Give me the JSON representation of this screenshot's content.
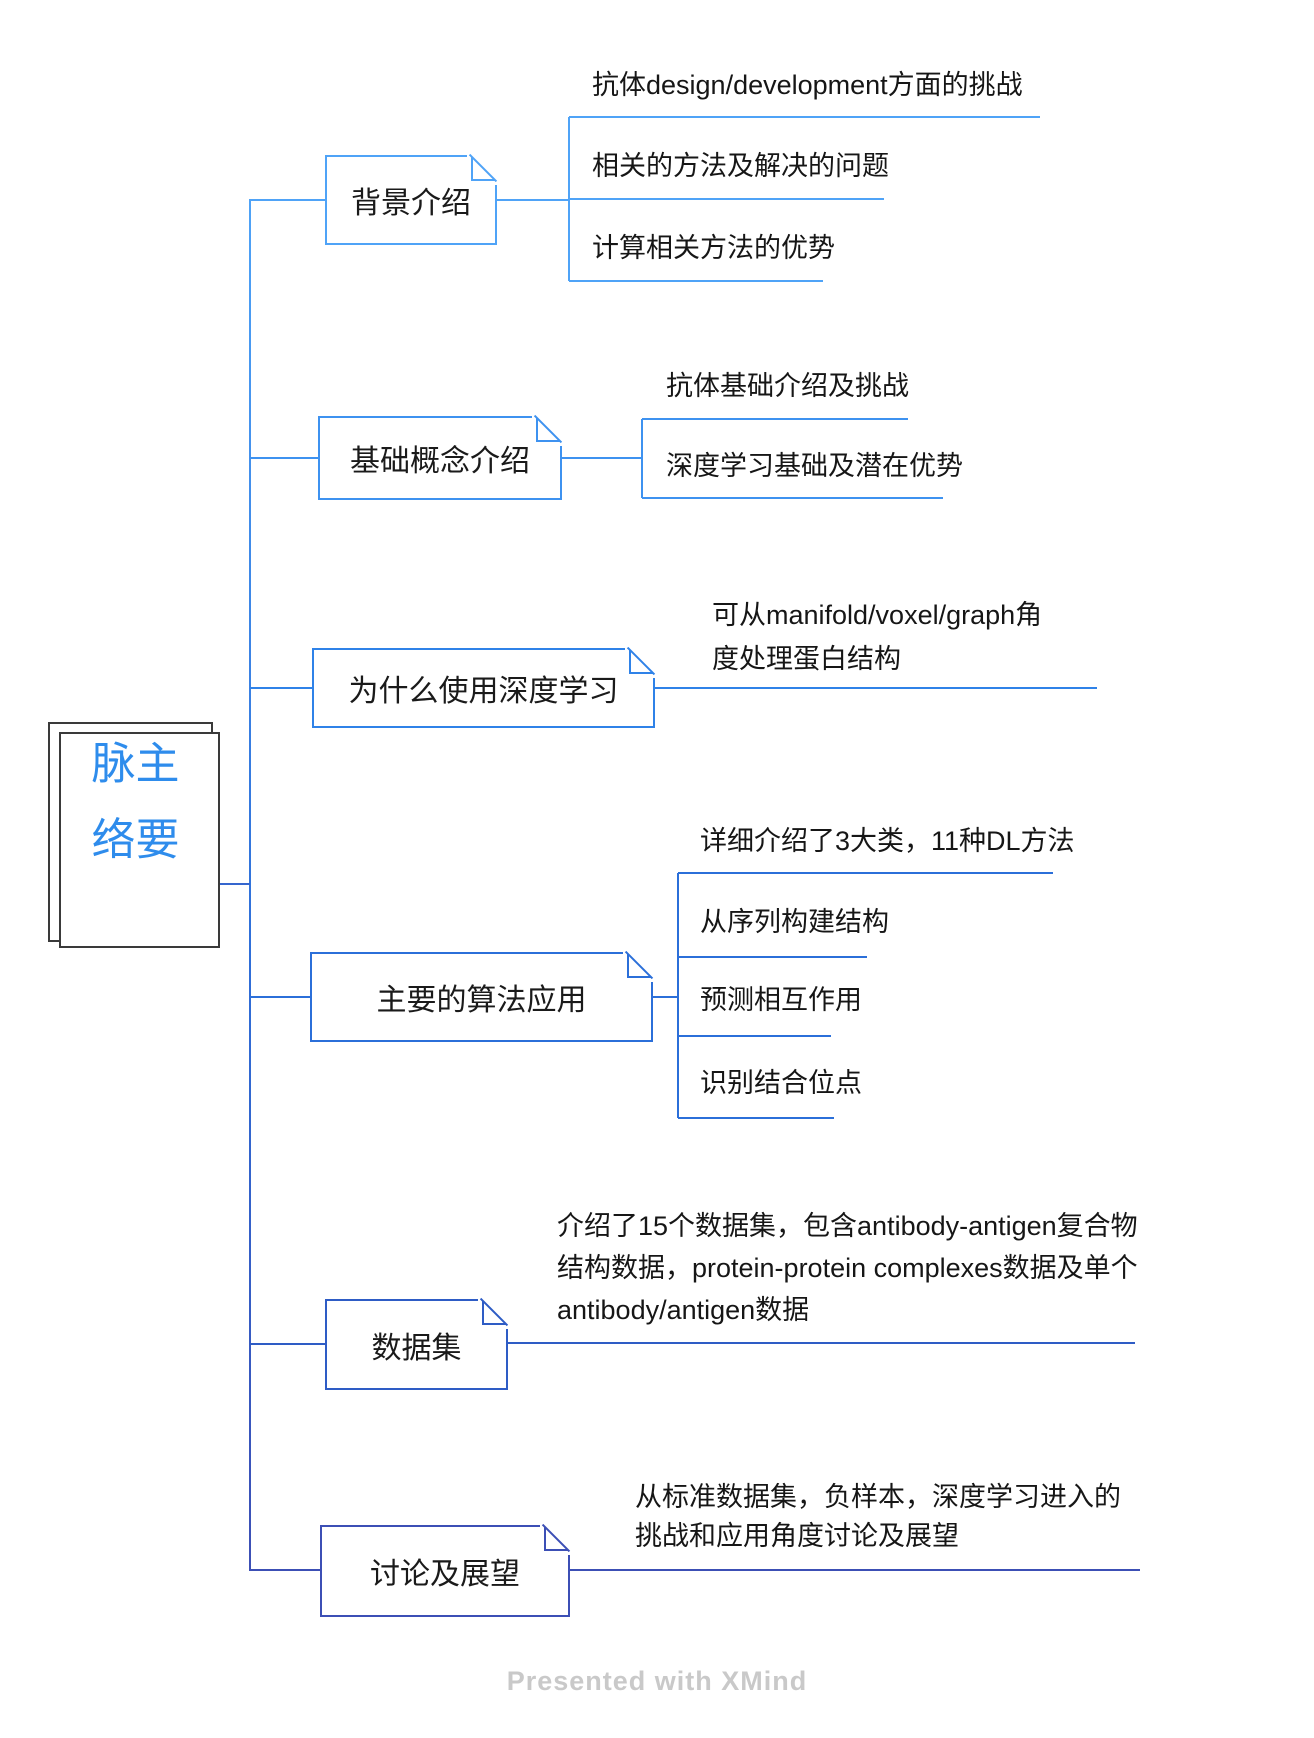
{
  "root": {
    "label": "主要脉络",
    "text_color": "#2e8cec",
    "border_color": "#3a3a3a"
  },
  "branches": [
    {
      "label": "背景介绍",
      "color": "#4FA3F7",
      "children": [
        "抗体design/development方面的挑战",
        "相关的方法及解决的问题",
        "计算相关方法的优势"
      ]
    },
    {
      "label": "基础概念介绍",
      "color": "#3E92F0",
      "children": [
        "抗体基础介绍及挑战",
        "深度学习基础及潜在优势"
      ]
    },
    {
      "label": "为什么使用深度学习",
      "color": "#2F82E8",
      "children": [
        "可从manifold/voxel/graph角度处理蛋白结构"
      ]
    },
    {
      "label": "主要的算法应用",
      "color": "#2B6FD9",
      "children": [
        "详细介绍了3大类，11种DL方法",
        "从序列构建结构",
        "预测相互作用",
        "识别结合位点"
      ]
    },
    {
      "label": "数据集",
      "color": "#2E5CC5",
      "children": [
        "介绍了15个数据集，包含antibody-antigen复合物结构数据，protein-protein complexes数据及单个antibody/antigen数据"
      ]
    },
    {
      "label": "讨论及展望",
      "color": "#3C4FB5",
      "children": [
        "从标准数据集，负样本，深度学习进入的挑战和应用角度讨论及展望"
      ]
    }
  ],
  "footer": {
    "label": "Presented with XMind"
  }
}
